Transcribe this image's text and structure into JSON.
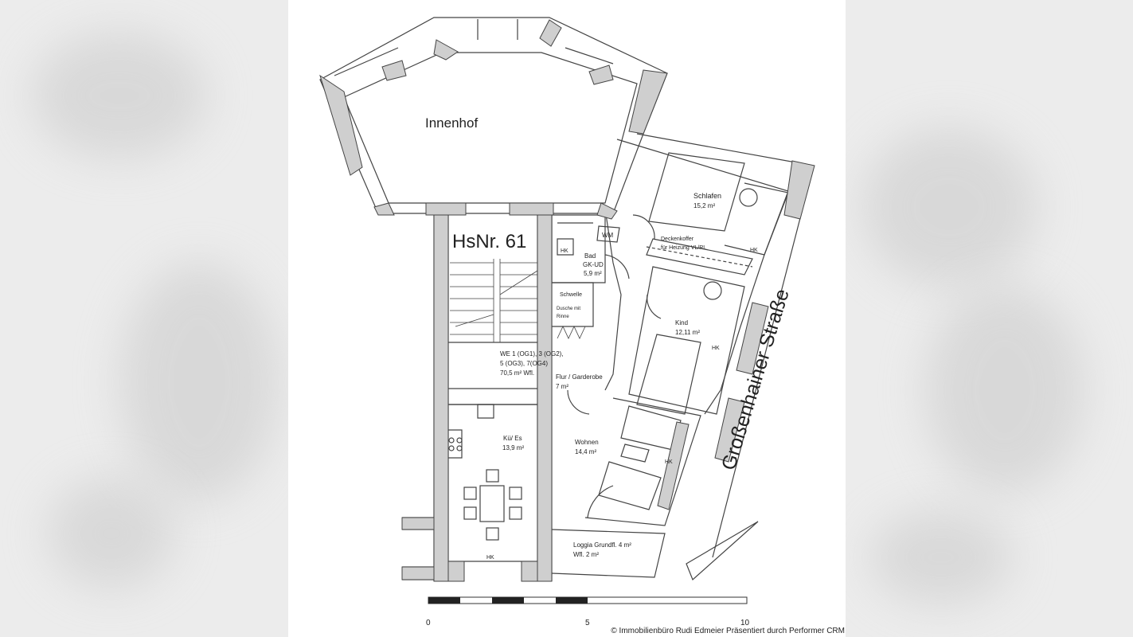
{
  "plan": {
    "courtyard": "Innenhof",
    "house_number": "HsNr. 61",
    "street": "Großenhainer Straße",
    "rooms": {
      "schlafen": {
        "name": "Schlafen",
        "area": "15,2 m²"
      },
      "bad": {
        "name": "Bad",
        "sub": "GK-UD",
        "area": "5,9 m²"
      },
      "wm": "WM",
      "deckenkoffer_1": "Deckenkoffer",
      "deckenkoffer_2": "für Heizung VL/RL",
      "schwelle": "Schwelle",
      "dusche_1": "Dusche mit",
      "dusche_2": "Rinne",
      "kind": {
        "name": "Kind",
        "area": "12,11 m²"
      },
      "we_1": "WE 1 (OG1), 3 (OG2),",
      "we_2": "5 (OG3), 7(OG4)",
      "we_3": "70,5 m² Wfl.",
      "flur": {
        "name": "Flur / Garderobe",
        "area": "7 m²"
      },
      "kues": {
        "name": "Kü/ Es",
        "area": "13,9 m²"
      },
      "wohnen": {
        "name": "Wohnen",
        "area": "14,4 m²"
      },
      "loggia": {
        "name": "Loggia Grundfl. 4 m²",
        "area": "Wfl. 2 m²"
      },
      "hk": "HK"
    },
    "scale": {
      "tick_0": "0",
      "tick_5": "5",
      "tick_10": "10"
    }
  },
  "footer": {
    "copyright": "© Immobilienbüro Rudi Edmeier Präsentiert durch Performer CRM"
  }
}
